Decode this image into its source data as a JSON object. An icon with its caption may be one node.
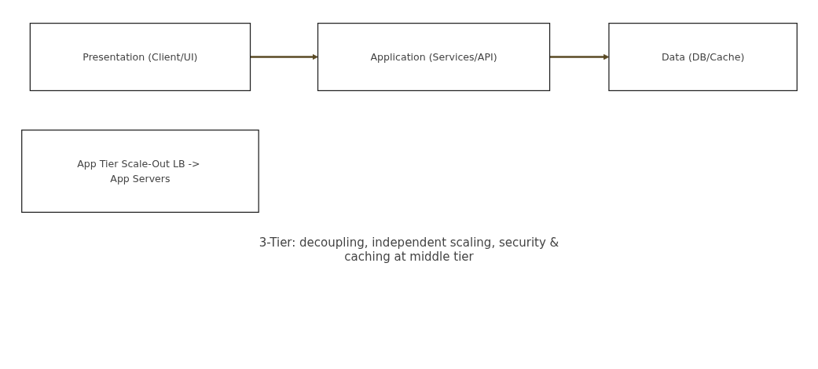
{
  "diagram": {
    "nodes": [
      {
        "text": [
          "Presentation (Client/UI)"
        ]
      },
      {
        "text": [
          "Application (Services/API)"
        ]
      },
      {
        "text": [
          "Data (DB/Cache)"
        ]
      },
      {
        "text": [
          "App Tier Scale-Out LB -> App Servers"
        ]
      }
    ],
    "edges": [
      {
        "from": 0,
        "to": 1,
        "arrow": "to"
      },
      {
        "from": 1,
        "to": 2,
        "arrow": "to"
      }
    ],
    "labels": [
      "3-Tier: decoupling, independent scaling, security & caching at middle tier"
    ]
  }
}
